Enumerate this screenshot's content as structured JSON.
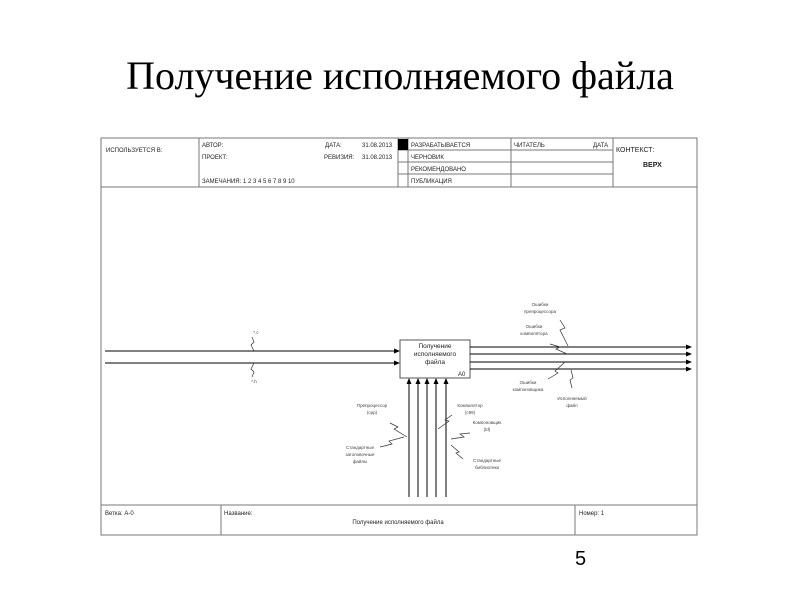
{
  "slide": {
    "title": "Получение исполняемого файла",
    "page_number": "5"
  },
  "header": {
    "used_in": "ИСПОЛЬЗУЕТСЯ В:",
    "author": "АВТОР:",
    "project": "ПРОЕКТ:",
    "date_label": "ДАТА:",
    "date": "31.08.2013",
    "revision_label": "РЕВИЗИЯ:",
    "revision": "31.08.2013",
    "notes": "ЗАМЕЧАНИЯ:  1  2  3  4  5  6  7  8  9  10",
    "status": [
      "РАЗРАБАТЫВАЕТСЯ",
      "ЧЕРНОВИК",
      "РЕКОМЕНДОВАНО",
      "ПУБЛИКАЦИЯ"
    ],
    "reader": "ЧИТАТЕЛЬ",
    "reader_date": "ДАТА",
    "context": "КОНТЕКСТ:",
    "context_value": "ВЕРХ"
  },
  "diagram": {
    "box_label": [
      "Получение",
      "исполняемого",
      "файла"
    ],
    "box_id": "A0",
    "inputs": [
      "*.c",
      "*.h"
    ],
    "outputs": [
      [
        "Ошибки",
        "препроцессора"
      ],
      [
        "Ошибки",
        "компилятора"
      ],
      [
        "Ошибки",
        "компоновщика"
      ],
      [
        "Исполняемый",
        "файл"
      ]
    ],
    "mechanisms": [
      [
        "Препроцессор",
        "(cpp)"
      ],
      [
        "Компилятор",
        "(c99)"
      ],
      [
        "Компоновщик",
        "(ld)"
      ],
      [
        "Стандартные",
        "заголовочные",
        "файлы"
      ],
      [
        "Стандартные",
        "библиотеки"
      ]
    ]
  },
  "footer": {
    "node": "Ветка:  A-0",
    "name_label": "Название:",
    "name": "Получение исполняемого файла",
    "number": "Номер: 1"
  }
}
